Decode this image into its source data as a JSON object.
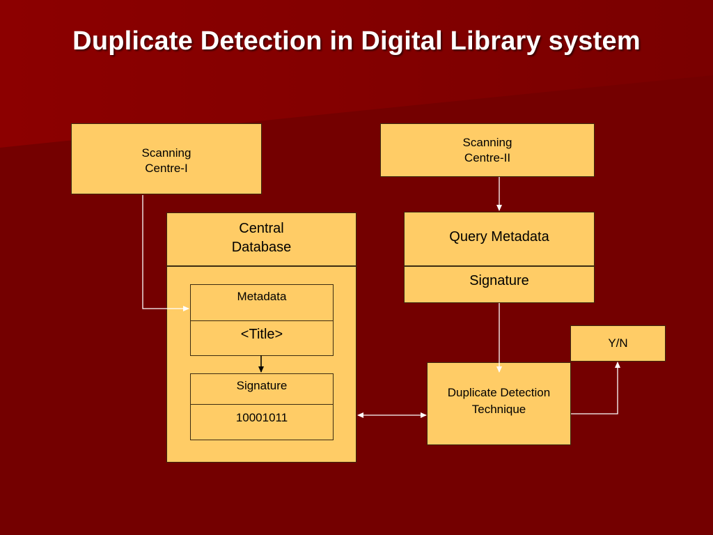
{
  "title": "Duplicate Detection in Digital Library system",
  "scanning_centre_1": {
    "line1": "Scanning",
    "line2": "Centre-I"
  },
  "scanning_centre_2": {
    "line1": "Scanning",
    "line2": "Centre-II"
  },
  "central_database": {
    "line1": "Central",
    "line2": "Database"
  },
  "metadata_box": {
    "header": "Metadata",
    "value": "<Title>"
  },
  "signature_box": {
    "header": "Signature",
    "value": "10001011"
  },
  "query_metadata": {
    "header": "Query Metadata",
    "value": "Signature"
  },
  "duplicate_detection": {
    "line1": "Duplicate Detection",
    "line2": "Technique"
  },
  "yn_box": {
    "label": "Y/N"
  },
  "colors": {
    "background": "#760000",
    "box_fill": "#ffcc66",
    "arrow_white": "#ffffff",
    "arrow_black": "#000000"
  }
}
